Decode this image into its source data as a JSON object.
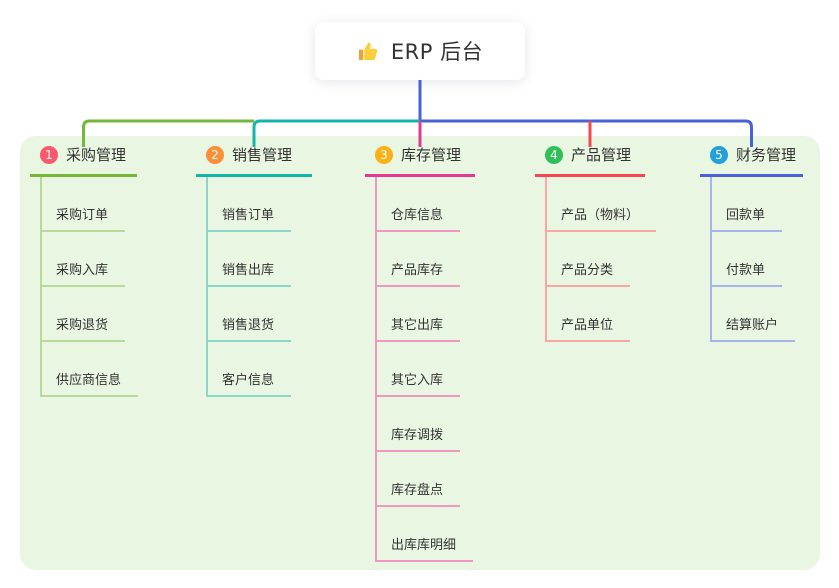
{
  "root": {
    "label": "ERP 后台",
    "icon": "thumbs-up"
  },
  "branches": [
    {
      "num": "1",
      "label": "采购管理",
      "badge_color": "#f8596c",
      "line_color": "#74b73a",
      "child_line_color": "#b7da9b",
      "children": [
        "采购订单",
        "采购入库",
        "采购退货",
        "供应商信息"
      ]
    },
    {
      "num": "2",
      "label": "销售管理",
      "badge_color": "#fb8e38",
      "line_color": "#12b6a9",
      "child_line_color": "#8ad6cb",
      "children": [
        "销售订单",
        "销售出库",
        "销售退货",
        "客户信息"
      ]
    },
    {
      "num": "3",
      "label": "库存管理",
      "badge_color": "#f9b115",
      "line_color": "#e03a92",
      "child_line_color": "#f097c4",
      "children": [
        "仓库信息",
        "产品库存",
        "其它出库",
        "其它入库",
        "库存调拨",
        "库存盘点",
        "出库库明细"
      ]
    },
    {
      "num": "4",
      "label": "产品管理",
      "badge_color": "#2fc058",
      "line_color": "#f4484e",
      "child_line_color": "#f8a7a4",
      "children": [
        "产品（物料）",
        "产品分类",
        "产品单位"
      ]
    },
    {
      "num": "5",
      "label": "财务管理",
      "badge_color": "#21a0d9",
      "line_color": "#4a62d8",
      "child_line_color": "#a6b5ea",
      "children": [
        "回款单",
        "付款单",
        "结算账户"
      ]
    }
  ],
  "colors": {
    "canvas_bg": "#e9f6e2",
    "page_bg": "#ffffff",
    "text": "#333333",
    "root_connector": "#4a62d8",
    "thumb_main": "#fbcf3b",
    "thumb_sleeve": "#e8a33d"
  }
}
